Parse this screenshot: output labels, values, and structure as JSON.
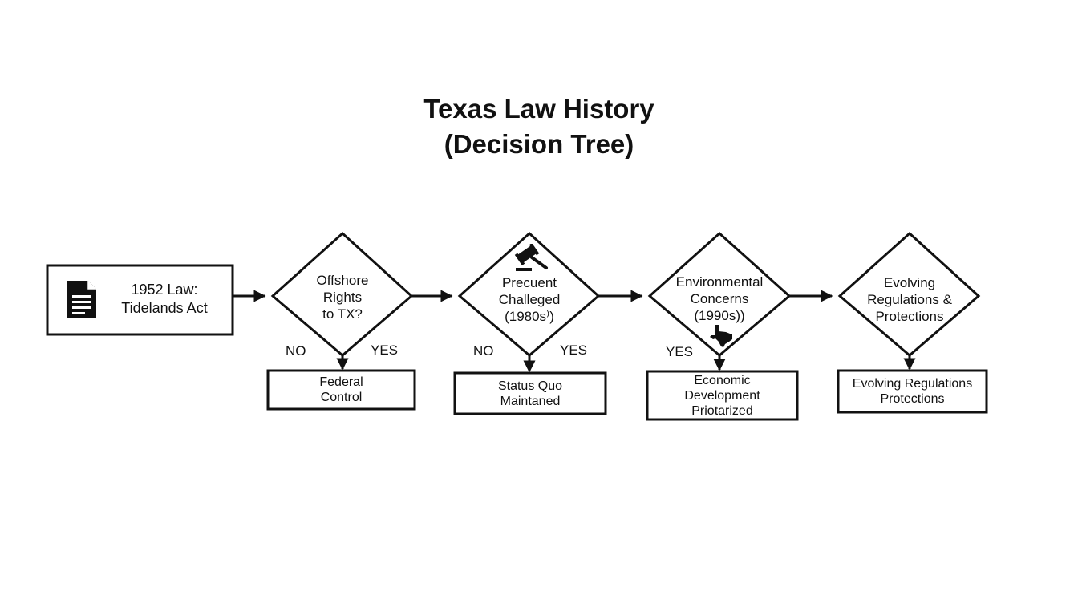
{
  "title": {
    "line1": "Texas Law History",
    "line2": "(Decision Tree)"
  },
  "start": {
    "line1": "1952 Law:",
    "line2": "Tidelands Act",
    "icon": "document-icon"
  },
  "decisions": [
    {
      "lines": [
        "Offshore",
        "Rights",
        "to TX?"
      ]
    },
    {
      "lines": [
        "Precuent",
        "Challeged",
        "(1980s⁾)"
      ],
      "icon": "gavel-icon"
    },
    {
      "lines": [
        "Environmental",
        "Concerns",
        "(1990s))"
      ],
      "icon": "texas-state-icon"
    },
    {
      "lines": [
        "Evolving",
        "Regulations &",
        "Protections"
      ]
    }
  ],
  "branch_labels": {
    "d1_no": "NO",
    "d1_yes": "YES",
    "d2_no": "NO",
    "d2_yes": "YES",
    "d3_yes": "YES"
  },
  "outcomes": [
    {
      "lines": [
        "Federal",
        "Control"
      ]
    },
    {
      "lines": [
        "Status Quo",
        "Maintaned"
      ]
    },
    {
      "lines": [
        "Economic",
        "Development",
        "Priotarized"
      ]
    },
    {
      "lines": [
        "Evolving Regulations",
        "Protections"
      ]
    }
  ],
  "colors": {
    "stroke": "#111111",
    "background": "#ffffff"
  }
}
